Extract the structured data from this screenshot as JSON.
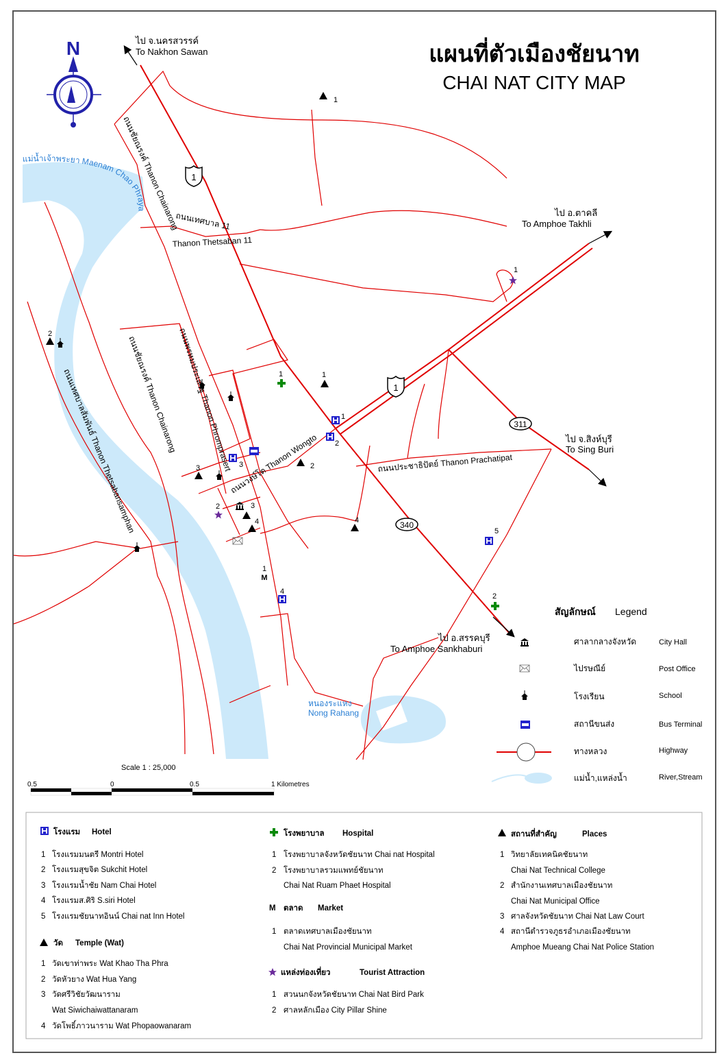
{
  "title": {
    "thai": "แผนที่ตัวเมืองชัยนาท",
    "english": "CHAI NAT CITY MAP"
  },
  "colors": {
    "road": "#e00000",
    "water": "#cce9fa",
    "hotel": "#2222cc",
    "hospital": "#0a8a0a",
    "attraction": "#6a2a9a",
    "water_label": "#2a7fd4"
  },
  "compass": {
    "letter": "N"
  },
  "destinations": [
    {
      "thai": "ไป จ.นครสวรรค์",
      "english": "To Nakhon Sawan"
    },
    {
      "thai": "ไป อ.ตาคลี",
      "english": "To Amphoe Takhli"
    },
    {
      "thai": "ไป จ.สิงห์บุรี",
      "english": "To Sing Buri"
    },
    {
      "thai": "ไป อ.สรรคบุรี",
      "english": "To Amphoe Sankhaburi"
    }
  ],
  "highway_shields": [
    "1",
    "1",
    "311",
    "340"
  ],
  "roads": {
    "chainarong_top": "ถนนชัยณรงค์ Thanon Chainarong",
    "thetsaban11_thai": "ถนนเทศบาล 11",
    "thetsaban11_en": "Thanon Thetsaban 11",
    "chainarong_mid": "ถนนชัยณรงค์ Thanon Chainarong",
    "phromprasert": "ถนนพรหมประเสริฐ Thanon Phromprasert",
    "thetsabansamphan": "ถนนเทศบาลสัมพันธ์ Thanon Thetsabansamphan",
    "wongto": "ถนนวงษ์โต Thanon Wongto",
    "prachatipat": "ถนนประชาธิปัตย์ Thanon Prachatipat"
  },
  "water": {
    "river": "แม่น้ำเจ้าพระยา Maenam Chao Phraya",
    "lake_thai": "หนองระแหง",
    "lake_en": "Nong Rahang"
  },
  "scale": {
    "label": "Scale 1 : 25,000",
    "ticks": [
      "0.5",
      "0",
      "0.5",
      "1 Kilometres"
    ]
  },
  "symbol_legend": {
    "title_thai": "สัญลักษณ์",
    "title_en": "Legend",
    "items": [
      {
        "icon": "city-hall-icon",
        "thai": "ศาลากลางจังหวัด",
        "english": "City Hall"
      },
      {
        "icon": "post-office-icon",
        "thai": "ไปรษณีย์",
        "english": "Post Office"
      },
      {
        "icon": "school-icon",
        "thai": "โรงเรียน",
        "english": "School"
      },
      {
        "icon": "bus-terminal-icon",
        "thai": "สถานีขนส่ง",
        "english": "Bus Terminal"
      },
      {
        "icon": "highway-icon",
        "thai": "ทางหลวง",
        "english": "Highway"
      },
      {
        "icon": "river-icon",
        "thai": "แม่น้ำ,แหล่งน้ำ",
        "english": "River,Stream"
      }
    ]
  },
  "index": {
    "hotel": {
      "title_thai": "โรงแรม",
      "title_en": "Hotel",
      "items": [
        {
          "n": "1",
          "text": "โรงแรมมนตรี   Montri Hotel"
        },
        {
          "n": "2",
          "text": "โรงแรมสุขจิต   Sukchit Hotel"
        },
        {
          "n": "3",
          "text": "โรงแรมน้ำชัย   Nam Chai Hotel"
        },
        {
          "n": "4",
          "text": "โรงแรมส.ศิริ   S.siri Hotel"
        },
        {
          "n": "5",
          "text": "โรงแรมชัยนาทอินน์   Chai nat Inn Hotel"
        }
      ]
    },
    "temple": {
      "title_thai": "วัด",
      "title_en": "Temple (Wat)",
      "items": [
        {
          "n": "1",
          "text": "วัดเขาท่าพระ   Wat Khao Tha Phra"
        },
        {
          "n": "2",
          "text": "วัดหัวยาง   Wat Hua Yang"
        },
        {
          "n": "3",
          "text": "วัดศรีวิชัยวัฒนาราม",
          "sub": "Wat Siwichaiwattanaram"
        },
        {
          "n": "4",
          "text": "วัดโพธิ์ภาวนาราม   Wat Phopaowanaram"
        }
      ]
    },
    "hospital": {
      "title_thai": "โรงพยาบาล",
      "title_en": "Hospital",
      "items": [
        {
          "n": "1",
          "text": "โรงพยาบาลจังหวัดชัยนาท   Chai nat Hospital"
        },
        {
          "n": "2",
          "text": "โรงพยาบาลรวมแพทย์ชัยนาท",
          "sub": "Chai Nat Ruam Phaet Hospital"
        }
      ]
    },
    "market": {
      "symbol": "M",
      "title_thai": "ตลาด",
      "title_en": "Market",
      "items": [
        {
          "n": "1",
          "text": "ตลาดเทศบาลเมืองชัยนาท",
          "sub": "Chai Nat Provincial Municipal Market"
        }
      ]
    },
    "attraction": {
      "title_thai": "แหล่งท่องเที่ยว",
      "title_en": "Tourist Attraction",
      "items": [
        {
          "n": "1",
          "text": "สวนนกจังหวัดชัยนาท   Chai Nat Bird Park"
        },
        {
          "n": "2",
          "text": "ศาลหลักเมือง   City Pillar Shine"
        }
      ]
    },
    "places": {
      "title_thai": "สถานที่สำคัญ",
      "title_en": "Places",
      "items": [
        {
          "n": "1",
          "text": "วิทยาลัยเทคนิคชัยนาท",
          "sub": "Chai Nat Technical College"
        },
        {
          "n": "2",
          "text": "สำนักงานเทศบาลเมืองชัยนาท",
          "sub": "Chai Nat Municipal Office"
        },
        {
          "n": "3",
          "text": "ศาลจังหวัดชัยนาท   Chai Nat Law Court"
        },
        {
          "n": "4",
          "text": "สถานีตำรวจภูธรอำเภอเมืองชัยนาท",
          "sub": "Amphoe Mueang Chai Nat Police Station"
        }
      ]
    }
  },
  "map_labels": {
    "one": "1",
    "two": "2",
    "three": "3",
    "four": "4",
    "five": "5",
    "m": "M",
    "h": "H"
  }
}
